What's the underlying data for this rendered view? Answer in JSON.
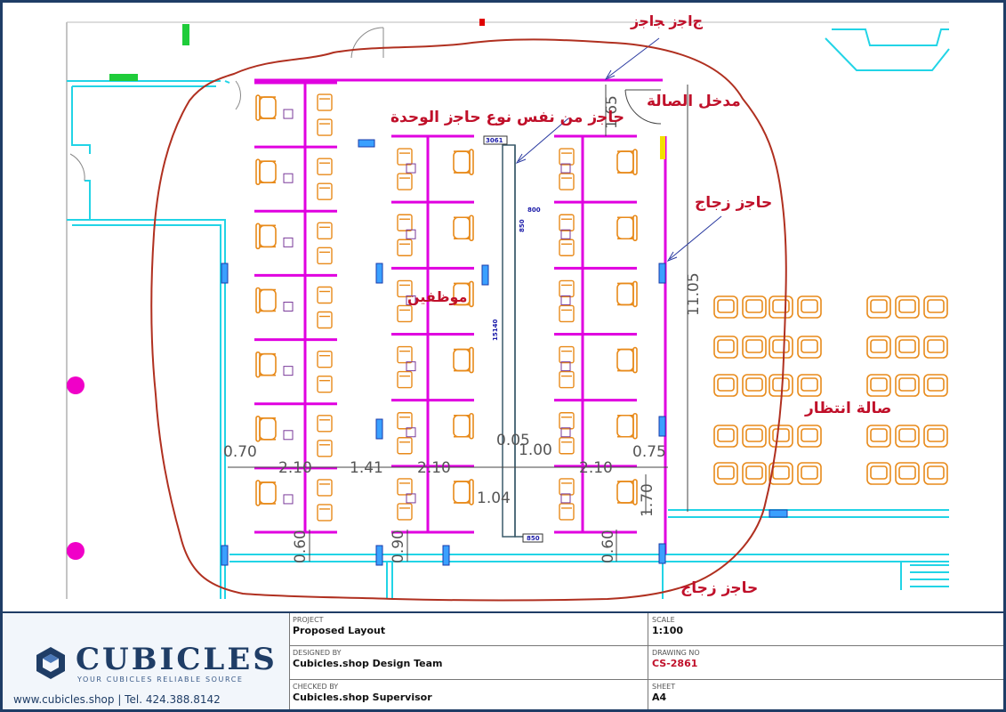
{
  "annotations": {
    "top_cut": "ﺝﺍﺟﺯ ﺠﺍﺟﺯ",
    "movable_glass": "ﺣﺎﺟﺯ ﻣﻦ ﻧﻔﺲ ﻧﻮﻉ ﺣﺎﺟﺯ ﺍﻟﻮﺣﺪﺓ",
    "hall_entrance": "ﻣﺪﺧﻞ ﺍﻟﺼﺎﻟﺔ",
    "glass_partition": "ﺣﺎﺟﺯ ﺯﺟﺎﺝ",
    "employees": "ﻣﻮﻇﻔﻴﻦ",
    "waiting_hall": "ﺻﺎﻟﺔ ﺍﻧﺘﻈﺎﺭ",
    "glass_partition_bottom": "ﺣﺎﺟﺯ ﺯﺟﺎﺝ"
  },
  "dimensions": {
    "d165": "1.65",
    "d1105": "11.05",
    "d070": "0.70",
    "d210a": "2.10",
    "d141": "1.41",
    "d210b": "2.10",
    "d005": "0.05",
    "d100": "1.00",
    "d210c": "2.10",
    "d075": "0.75",
    "d104": "1.04",
    "d170": "1.70",
    "d060a": "0.60",
    "d090": "0.90",
    "d060b": "0.60"
  },
  "small_labels": {
    "top_box": "3061",
    "box_a": "800",
    "box_b": "850",
    "long_rail": "15140",
    "bottom_box": "850"
  },
  "colors": {
    "partition": "#e000e0",
    "wall": "#22d4e6",
    "furniture": "#e88a1a",
    "cloud": "#b03020",
    "annotation": "#c0102a",
    "brand": "#1f3d66"
  },
  "titleblock": {
    "brand": "CUBICLES",
    "tagline": "YOUR CUBICLES RELIABLE SOURCE",
    "contact": "www.cubicles.shop  |  Tel. 424.388.8142",
    "project_label": "PROJECT",
    "project_value": "Proposed Layout",
    "designed_label": "DESIGNED BY",
    "designed_value": "Cubicles.shop Design Team",
    "checked_label": "CHECKED BY",
    "checked_value": "Cubicles.shop Supervisor",
    "scale_label": "SCALE",
    "scale_value": "1:100",
    "drawing_label": "DRAWING NO",
    "drawing_value": "CS-2861",
    "sheet_label": "SHEET",
    "sheet_value": "A4"
  }
}
